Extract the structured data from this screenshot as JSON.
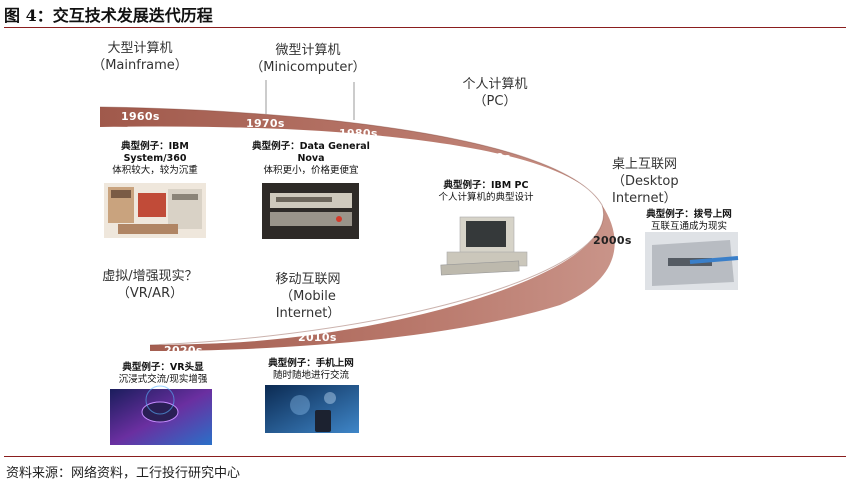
{
  "figure": {
    "title": "图 4：交互技术发展迭代历程"
  },
  "eras": [
    {
      "cn": "大型计算机",
      "en": "（Mainframe）"
    },
    {
      "cn": "微型计算机",
      "en": "（Minicomputer）"
    },
    {
      "cn": "个人计算机",
      "en": "（PC）"
    },
    {
      "cn": "桌上互联网",
      "en": "（Desktop Internet）"
    },
    {
      "cn": "移动互联网",
      "en": "（Mobile Internet）"
    },
    {
      "cn": "虚拟/增强现实？",
      "en": "（VR/AR）"
    }
  ],
  "decades": [
    "1960s",
    "1970s",
    "1980s",
    "1990s",
    "2000s",
    "2010s",
    "2020s"
  ],
  "examples": [
    {
      "label": "典型例子：",
      "name": "IBM System/360",
      "desc": "体积较大，较为沉重"
    },
    {
      "label": "典型例子：",
      "name": "Data General Nova",
      "desc": "体积更小，价格更便宜"
    },
    {
      "label": "典型例子：",
      "name": "IBM PC",
      "desc": "个人计算机的典型设计"
    },
    {
      "label": "典型例子：",
      "name": "拨号上网",
      "desc": "互联互通成为现实"
    },
    {
      "label": "典型例子：",
      "name": "手机上网",
      "desc": "随时随地进行交流"
    },
    {
      "label": "典型例子：",
      "name": "VR头显",
      "desc": "沉浸式交流/现实增强"
    }
  ],
  "source": "资料来源：网络资料，工行投行研究中心",
  "colors": {
    "band": "#a86a5d",
    "rule": "#8a1e1e"
  }
}
